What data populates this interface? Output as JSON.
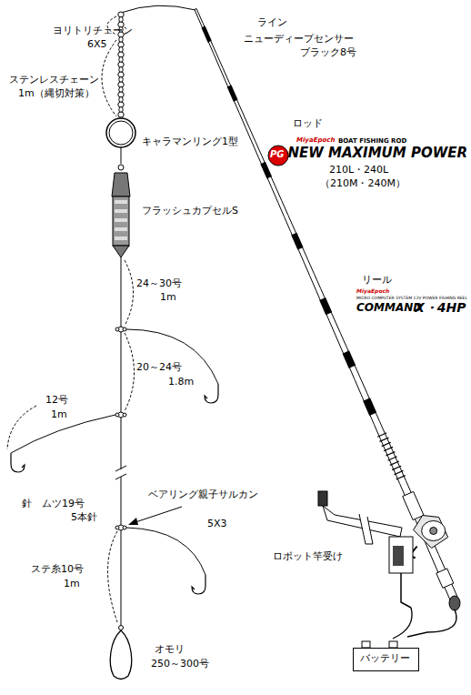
{
  "diagram": {
    "nodes": [
      {
        "text": [
          "バッテリー"
        ]
      }
    ],
    "labels": [
      "ライン",
      "ニューディープセンサー",
      "ブラック8号",
      "ヨリトリチェーン",
      "6X5",
      "ステンレスチェーン",
      "1m（縄切対策）",
      "キャラマンリング1型",
      "ロッド",
      "MiyaEpoch",
      "BOAT FISHING ROD",
      "PG",
      "NEW MAXIMUM POWER",
      "210L・240L",
      "（210M・240M）",
      "フラッシュカプセルS",
      "リール",
      "MiyaEpoch",
      "MICRO COMPUTER SYSTEM 12V POWER FISHING REEL",
      "COMMAND",
      "X・4HP",
      "24～30号",
      "1m",
      "20～24号",
      "1.8m",
      "12号",
      "1m",
      "針　ムツ19号",
      "5本針",
      "ベアリング親子サルカン",
      "5X3",
      "ロボット竿受け",
      "ステ糸10号",
      "1m",
      "オモリ",
      "250～300号"
    ]
  }
}
